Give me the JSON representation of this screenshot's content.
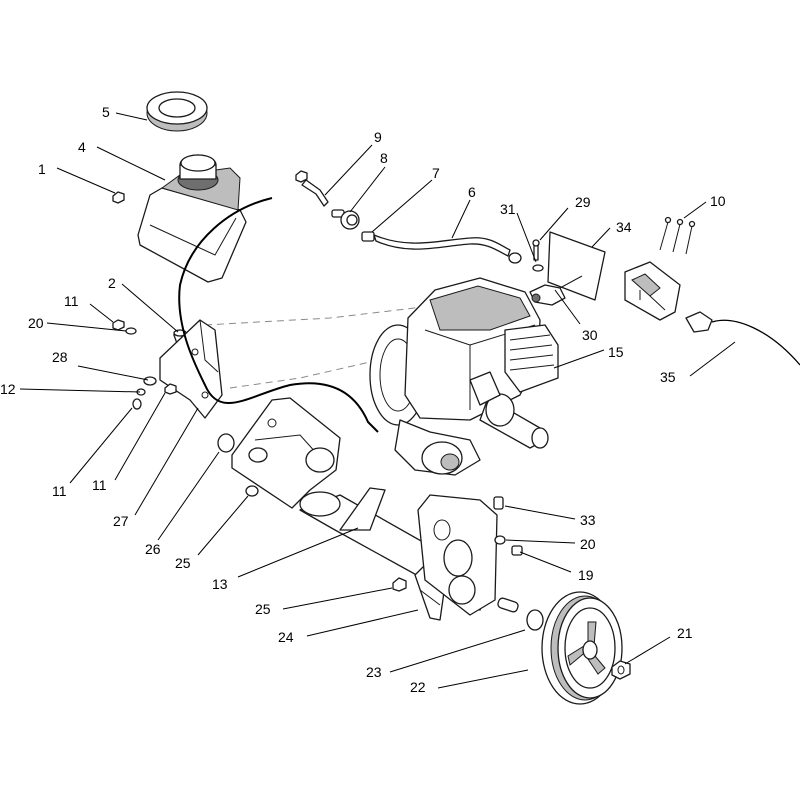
{
  "callouts": [
    {
      "id": "c1",
      "label": "1"
    },
    {
      "id": "c2",
      "label": "2"
    },
    {
      "id": "c4",
      "label": "4"
    },
    {
      "id": "c5",
      "label": "5"
    },
    {
      "id": "c6",
      "label": "6"
    },
    {
      "id": "c7",
      "label": "7"
    },
    {
      "id": "c8",
      "label": "8"
    },
    {
      "id": "c9",
      "label": "9"
    },
    {
      "id": "c10",
      "label": "10"
    },
    {
      "id": "c11a",
      "label": "11"
    },
    {
      "id": "c11b",
      "label": "11"
    },
    {
      "id": "c11c",
      "label": "11"
    },
    {
      "id": "c12",
      "label": "12"
    },
    {
      "id": "c13",
      "label": "13"
    },
    {
      "id": "c15",
      "label": "15"
    },
    {
      "id": "c19",
      "label": "19"
    },
    {
      "id": "c20a",
      "label": "20"
    },
    {
      "id": "c20b",
      "label": "20"
    },
    {
      "id": "c21",
      "label": "21"
    },
    {
      "id": "c22",
      "label": "22"
    },
    {
      "id": "c23",
      "label": "23"
    },
    {
      "id": "c24",
      "label": "24"
    },
    {
      "id": "c25a",
      "label": "25"
    },
    {
      "id": "c25b",
      "label": "25"
    },
    {
      "id": "c26",
      "label": "26"
    },
    {
      "id": "c27",
      "label": "27"
    },
    {
      "id": "c28",
      "label": "28"
    },
    {
      "id": "c29",
      "label": "29"
    },
    {
      "id": "c30",
      "label": "30"
    },
    {
      "id": "c31",
      "label": "31"
    },
    {
      "id": "c33",
      "label": "33"
    },
    {
      "id": "c34",
      "label": "34"
    },
    {
      "id": "c35",
      "label": "35"
    }
  ]
}
